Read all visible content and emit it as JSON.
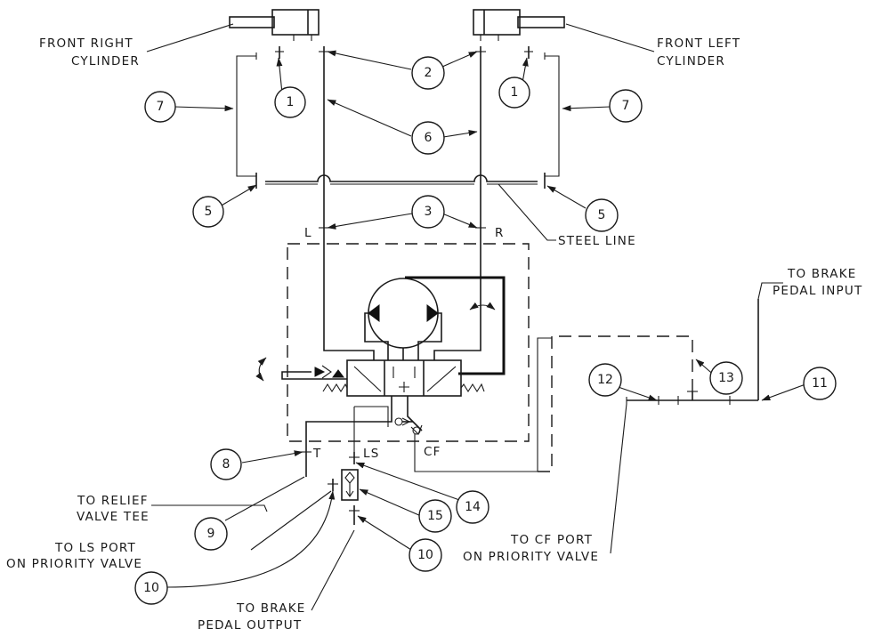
{
  "labels": {
    "front_right_cylinder": [
      "FRONT RIGHT",
      "CYLINDER"
    ],
    "front_left_cylinder": [
      "FRONT LEFT",
      "CYLINDER"
    ],
    "steel_line": "STEEL LINE",
    "to_brake_pedal_input": [
      "TO BRAKE",
      "PEDAL INPUT"
    ],
    "to_relief_valve_tee": [
      "TO RELIEF",
      "VALVE TEE"
    ],
    "to_ls_port": [
      "TO LS PORT",
      "ON PRIORITY VALVE"
    ],
    "to_cf_port": [
      "TO CF PORT",
      "ON PRIORITY VALVE"
    ],
    "to_brake_pedal_output": [
      "TO BRAKE",
      "PEDAL OUTPUT"
    ]
  },
  "ports": {
    "L": "L",
    "R": "R",
    "T": "T",
    "LS": "LS",
    "CF": "CF"
  },
  "callouts": [
    "1",
    "1",
    "2",
    "3",
    "5",
    "5",
    "6",
    "7",
    "7",
    "8",
    "9",
    "10",
    "10",
    "11",
    "12",
    "13",
    "14",
    "15"
  ]
}
